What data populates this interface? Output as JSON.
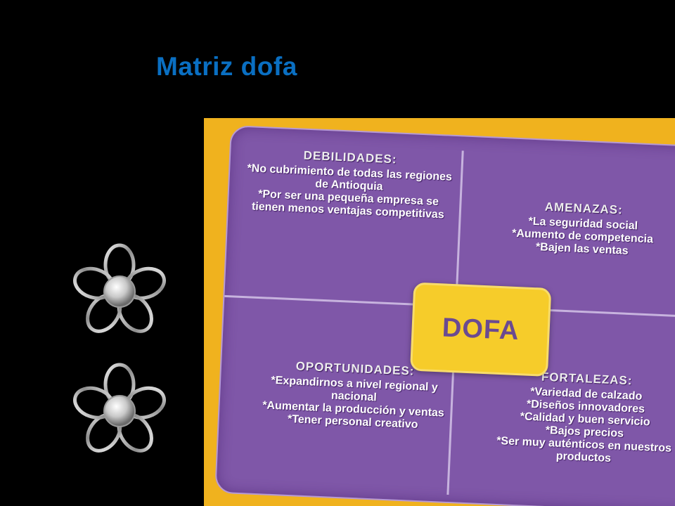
{
  "slide": {
    "title": "Matriz dofa"
  },
  "image": {
    "center_label": "DOFA",
    "quadrants": [
      {
        "heading": "DEBILIDADES:",
        "items": [
          "*No cubrimiento de todas las regiones de Antioquia",
          "*Por ser una pequeña empresa se tienen menos ventajas competitivas"
        ]
      },
      {
        "heading": "AMENAZAS:",
        "items": [
          "*La seguridad social",
          "*Aumento de competencia",
          "*Bajen las ventas"
        ]
      },
      {
        "heading": "OPORTUNIDADES:",
        "items": [
          "*Expandirnos a nivel regional y nacional",
          "*Aumentar la producción y ventas",
          "*Tener personal creativo"
        ]
      },
      {
        "heading": "FORTALEZAS:",
        "items": [
          "*Variedad de calzado",
          "*Diseños innovadores",
          "*Calidad y buen servicio",
          "*Bajos precios",
          "*Ser muy auténticos en nuestros productos"
        ]
      }
    ]
  },
  "decorations": {
    "flower_icon": "silver-flower-icon",
    "colors": {
      "title": "#0a6fc2",
      "background": "#000000",
      "frame": "#f0b21e",
      "board": "#7f57a8",
      "center": "#f6cc2a"
    }
  }
}
